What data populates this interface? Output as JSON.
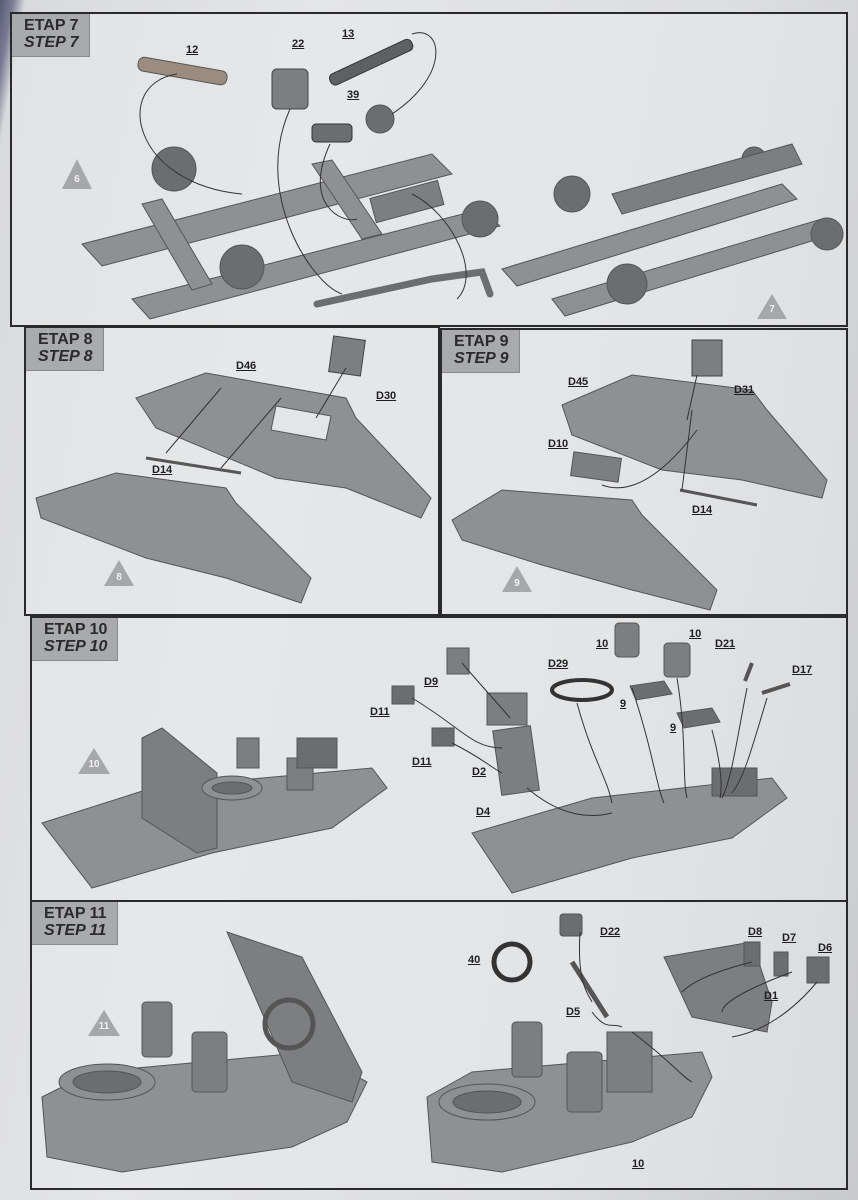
{
  "steps": [
    {
      "etap": "ETAP 7",
      "step": "STEP 7",
      "parts": [
        "12",
        "22",
        "13",
        "39",
        "6",
        "7"
      ]
    },
    {
      "etap": "ETAP 8",
      "step": "STEP 8",
      "parts": [
        "D46",
        "D30",
        "D14",
        "8"
      ]
    },
    {
      "etap": "ETAP 9",
      "step": "STEP 9",
      "parts": [
        "D45",
        "D31",
        "D10",
        "D14",
        "9"
      ]
    },
    {
      "etap": "ETAP 10",
      "step": "STEP 10",
      "parts": [
        "10",
        "D11",
        "D9",
        "D11",
        "D29",
        "10",
        "10",
        "D21",
        "D17",
        "9",
        "9",
        "D2",
        "D4"
      ]
    },
    {
      "etap": "ETAP 11",
      "step": "STEP 11",
      "parts": [
        "11",
        "D22",
        "40",
        "D8",
        "D7",
        "D6",
        "D5",
        "D1",
        "10"
      ]
    }
  ],
  "colors": {
    "ink": "#2a2a2a",
    "part_gray": "#8f9092",
    "part_dark": "#6c6d70",
    "triangle": "#a6a7aa",
    "paper": "#e4e5e7"
  }
}
